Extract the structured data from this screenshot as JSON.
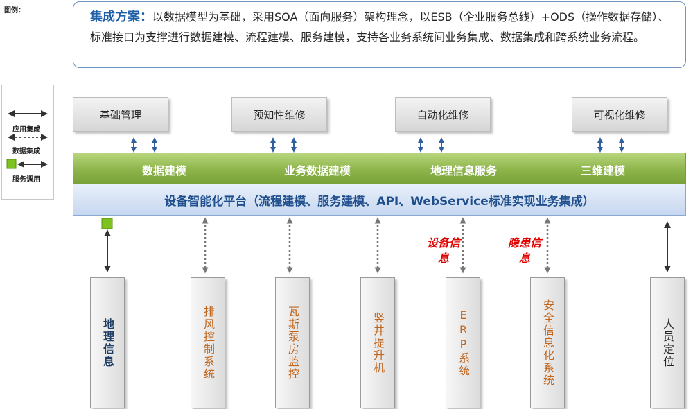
{
  "intro": {
    "lead": "集成方案：",
    "text": "以数据模型为基础，采用SOA（面向服务）架构理念，以ESB（企业服务总线）+ODS（操作数据存储）、标准接口为支撑进行数据建模、流程建模、服务建模，支持各业务系统间业务集成、数据集成和跨系统业务流程。"
  },
  "legend": {
    "title": "图例：",
    "app_integration": "应用集成",
    "data_integration": "数据集成",
    "service_call": "服务调用"
  },
  "modules": [
    "基础管理",
    "预知性维修",
    "自动化维修",
    "可视化维修"
  ],
  "modeling_bar": {
    "items": [
      "数据建模",
      "业务数据建模",
      "地理信息服务",
      "三维建模"
    ]
  },
  "platform_bar": {
    "label": "设备智能化平台（流程建模、服务建模、API、WebService标准实现业务集成）"
  },
  "systems": [
    "地理信息",
    "排风控制系统",
    "瓦斯泵房监控",
    "竖井提升机",
    "ERP系统",
    "安全信息化系统",
    "人员定位"
  ],
  "notes": {
    "equipment_info": "设备信息",
    "hazard_info": "隐患信息"
  },
  "colors": {
    "arrow_blue": "#2f5f9e",
    "green_bar": "#8db44a",
    "service_green": "#7dc21e",
    "note_red": "#e00000",
    "system_text_orange": "#c0651c"
  }
}
